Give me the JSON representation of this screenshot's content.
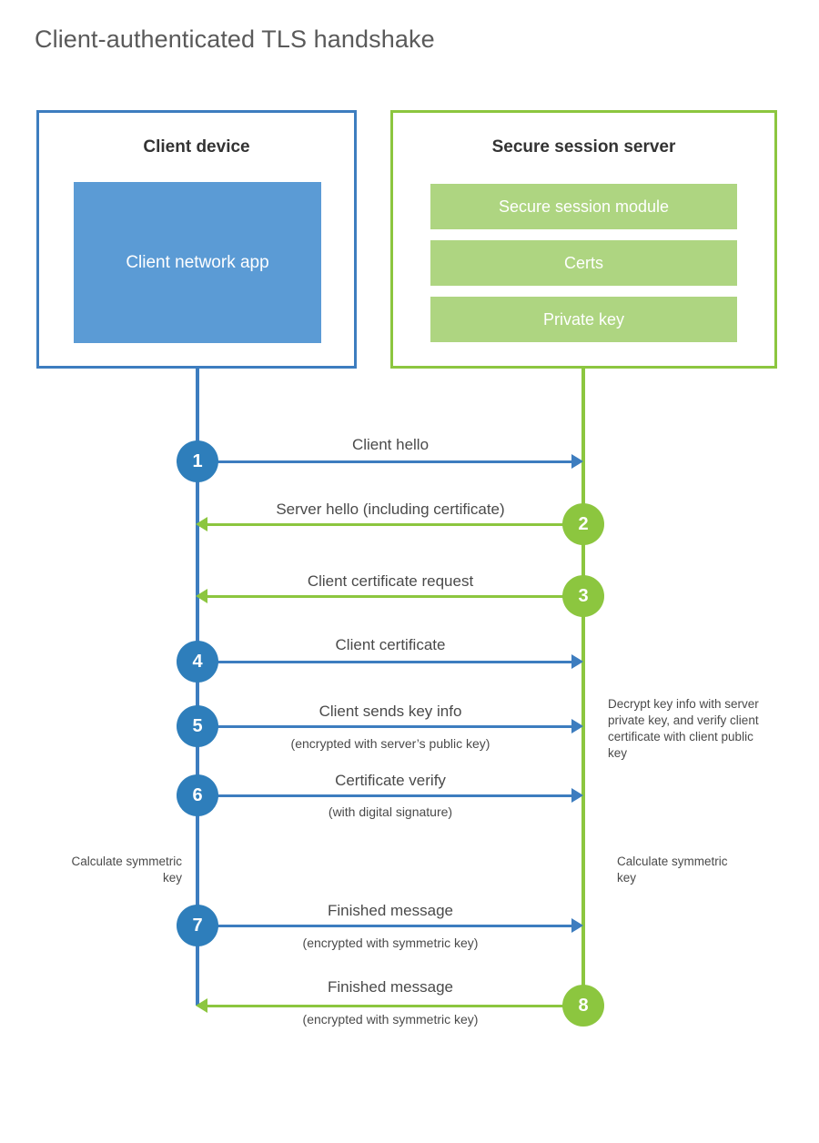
{
  "page": {
    "title": "Client-authenticated TLS handshake"
  },
  "colors": {
    "client_border": "#3d7dbf",
    "client_fill": "#5b9bd5",
    "client_circle": "#2e7ebb",
    "server_border": "#8cc63f",
    "server_fill": "#aed581",
    "server_circle": "#8cc63f",
    "text": "#4a4a4a",
    "title_text": "#5a5a5a",
    "background": "#ffffff"
  },
  "client": {
    "title": "Client device",
    "app_label": "Client network app"
  },
  "server": {
    "title": "Secure session server",
    "components": [
      {
        "label": "Secure session module"
      },
      {
        "label": "Certs"
      },
      {
        "label": "Private key"
      }
    ]
  },
  "steps": [
    {
      "number": "1",
      "label": "Client hello",
      "sublabel": "",
      "direction": "client-to-server",
      "color": "blue"
    },
    {
      "number": "2",
      "label": "Server hello (including certificate)",
      "sublabel": "",
      "direction": "server-to-client",
      "color": "green"
    },
    {
      "number": "3",
      "label": "Client certificate request",
      "sublabel": "",
      "direction": "server-to-client",
      "color": "green"
    },
    {
      "number": "4",
      "label": "Client certificate",
      "sublabel": "",
      "direction": "client-to-server",
      "color": "blue"
    },
    {
      "number": "5",
      "label": "Client sends key info",
      "sublabel": "(encrypted with server’s public key)",
      "direction": "client-to-server",
      "color": "blue"
    },
    {
      "number": "6",
      "label": "Certificate verify",
      "sublabel": "(with digital signature)",
      "direction": "client-to-server",
      "color": "blue"
    },
    {
      "number": "7",
      "label": "Finished message",
      "sublabel": "(encrypted with symmetric key)",
      "direction": "client-to-server",
      "color": "blue"
    },
    {
      "number": "8",
      "label": "Finished message",
      "sublabel": "(encrypted with symmetric key)",
      "direction": "server-to-client",
      "color": "green"
    }
  ],
  "annotations": {
    "server_decrypt": "Decrypt key info with server private key, and verify client certificate with client public key",
    "client_calculate": "Calculate symmetric key",
    "server_calculate": "Calculate symmetric key"
  }
}
